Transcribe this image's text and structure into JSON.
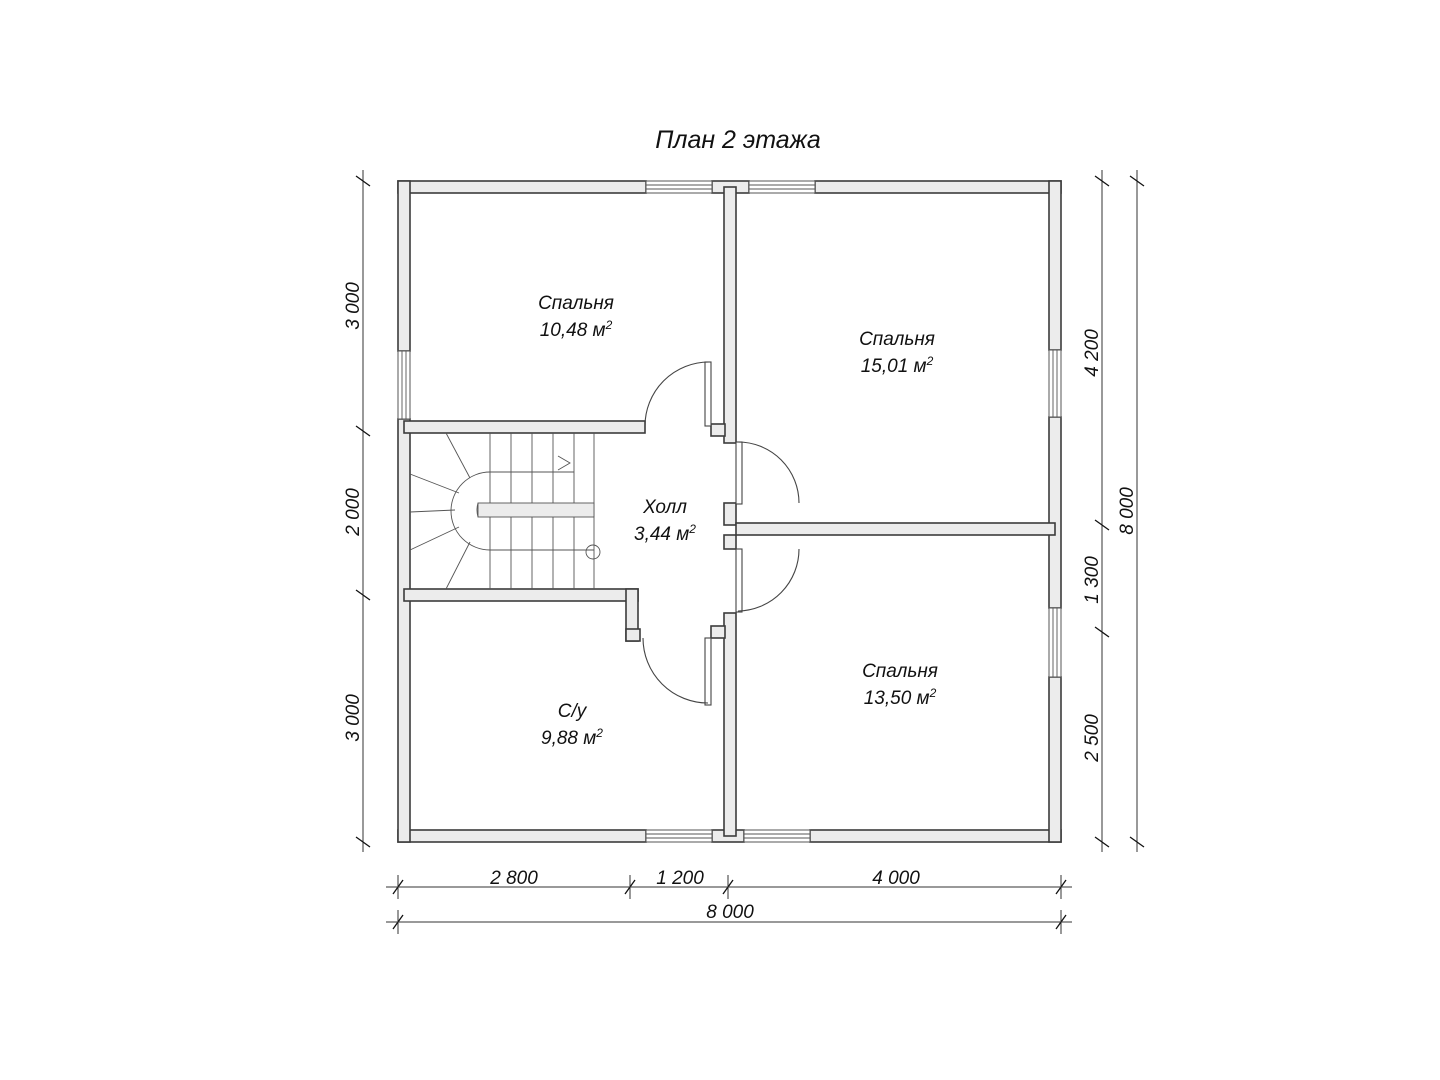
{
  "title": "План 2 этажа",
  "unit_suffix": "м",
  "unit_power": "2",
  "rooms": [
    {
      "name": "Спальня",
      "area": "10,48"
    },
    {
      "name": "Спальня",
      "area": "15,01"
    },
    {
      "name": "Холл",
      "area": "3,44"
    },
    {
      "name": "С/у",
      "area": "9,88"
    },
    {
      "name": "Спальня",
      "area": "13,50"
    }
  ],
  "dimensions": {
    "bottom": [
      "2 800",
      "1 200",
      "4 000"
    ],
    "bottom_total": "8 000",
    "left": [
      "3 000",
      "2 000",
      "3 000"
    ],
    "right": [
      "4 200",
      "1 300",
      "2 500"
    ],
    "right_total": "8 000"
  }
}
